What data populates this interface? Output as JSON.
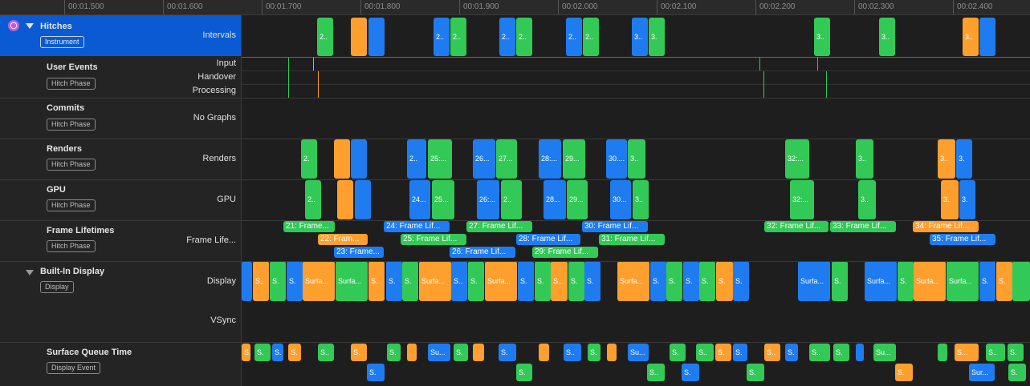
{
  "ruler": {
    "ticks": [
      "00:01.500",
      "00:01.600",
      "00:01.700",
      "00:01.800",
      "00:01.900",
      "00:02.000",
      "00:02.100",
      "00:02.200",
      "00:02.300",
      "00:02.400"
    ]
  },
  "colors": {
    "blue": "#1e7cf0",
    "green": "#32c957",
    "orange": "#ff9f2e",
    "selection": "#0a5bd3",
    "instrument_icon": "#c85bd8"
  },
  "hitches": {
    "title": "Hitches",
    "badge": "Instrument",
    "row_label": "Intervals",
    "icon": "instrument-icon"
  },
  "user_events": {
    "title": "User Events",
    "badge": "Hitch Phase",
    "labels": [
      "Input",
      "Handover",
      "Processing"
    ]
  },
  "commits": {
    "title": "Commits",
    "badge": "Hitch Phase",
    "row_label": "No Graphs"
  },
  "renders": {
    "title": "Renders",
    "badge": "Hitch Phase",
    "row_label": "Renders"
  },
  "gpu": {
    "title": "GPU",
    "badge": "Hitch Phase",
    "row_label": "GPU"
  },
  "frame_lifetimes": {
    "title": "Frame Lifetimes",
    "badge": "Hitch Phase",
    "row_label": "Frame Life..."
  },
  "built_in_display": {
    "title": "Built-In Display",
    "badge": "Display",
    "labels": [
      "Display",
      "VSync"
    ]
  },
  "surface_queue": {
    "title": "Surface Queue Time",
    "badge": "Display Event"
  },
  "blocks": {
    "hitches": [
      {
        "c": "green",
        "t": "2.."
      },
      {
        "c": "orange",
        "t": ""
      },
      {
        "c": "blue",
        "t": ""
      },
      {
        "c": "blue",
        "t": "2.."
      },
      {
        "c": "green",
        "t": "2.."
      },
      {
        "c": "blue",
        "t": "2.."
      },
      {
        "c": "green",
        "t": "2.."
      },
      {
        "c": "blue",
        "t": "2.."
      },
      {
        "c": "green",
        "t": "2.."
      },
      {
        "c": "blue",
        "t": "3.."
      },
      {
        "c": "green",
        "t": "3."
      },
      {
        "c": "green",
        "t": "3.."
      },
      {
        "c": "green",
        "t": "3.."
      },
      {
        "c": "orange",
        "t": "3.."
      },
      {
        "c": "blue",
        "t": ""
      }
    ],
    "renders": [
      {
        "c": "green",
        "t": "2."
      },
      {
        "c": "orange",
        "t": ""
      },
      {
        "c": "blue",
        "t": ""
      },
      {
        "c": "blue",
        "t": "2.."
      },
      {
        "c": "green",
        "t": "25:..."
      },
      {
        "c": "blue",
        "t": "26..."
      },
      {
        "c": "green",
        "t": "27..."
      },
      {
        "c": "blue",
        "t": "28:..."
      },
      {
        "c": "green",
        "t": "29..."
      },
      {
        "c": "blue",
        "t": "30...."
      },
      {
        "c": "green",
        "t": "3.."
      },
      {
        "c": "green",
        "t": "32:..."
      },
      {
        "c": "green",
        "t": "3.."
      },
      {
        "c": "orange",
        "t": "3.."
      },
      {
        "c": "blue",
        "t": "3."
      }
    ],
    "gpu": [
      {
        "c": "green",
        "t": "2.."
      },
      {
        "c": "orange",
        "t": ""
      },
      {
        "c": "blue",
        "t": ""
      },
      {
        "c": "blue",
        "t": "24..."
      },
      {
        "c": "green",
        "t": "25..."
      },
      {
        "c": "blue",
        "t": "26:..."
      },
      {
        "c": "green",
        "t": "2.."
      },
      {
        "c": "blue",
        "t": "28..."
      },
      {
        "c": "green",
        "t": "29..."
      },
      {
        "c": "blue",
        "t": "30..."
      },
      {
        "c": "green",
        "t": "3.."
      },
      {
        "c": "green",
        "t": "32:..."
      },
      {
        "c": "green",
        "t": "3.."
      },
      {
        "c": "orange",
        "t": "3.."
      },
      {
        "c": "blue",
        "t": "3."
      }
    ],
    "frame_lifetimes": [
      {
        "c": "green",
        "t": "21: Frame..."
      },
      {
        "c": "orange",
        "t": "22: Fram..."
      },
      {
        "c": "blue",
        "t": "23: Frame..."
      },
      {
        "c": "blue",
        "t": "24: Frame Lif..."
      },
      {
        "c": "green",
        "t": "25: Frame Lif..."
      },
      {
        "c": "green",
        "t": "27: Frame Lif..."
      },
      {
        "c": "blue",
        "t": "26: Frame Lif..."
      },
      {
        "c": "blue",
        "t": "28: Frame Lif..."
      },
      {
        "c": "green",
        "t": "29: Frame Lif..."
      },
      {
        "c": "blue",
        "t": "30: Frame Lif..."
      },
      {
        "c": "green",
        "t": "31: Frame Lif..."
      },
      {
        "c": "green",
        "t": "32: Frame Lif..."
      },
      {
        "c": "green",
        "t": "33: Frame Lif..."
      },
      {
        "c": "orange",
        "t": "34: Frame Lif..."
      },
      {
        "c": "blue",
        "t": "35: Frame Lif..."
      }
    ],
    "display": [
      {
        "c": "blue",
        "t": ""
      },
      {
        "c": "orange",
        "t": "S.."
      },
      {
        "c": "green",
        "t": "S."
      },
      {
        "c": "blue",
        "t": "S."
      },
      {
        "c": "orange",
        "t": "Surfa..."
      },
      {
        "c": "green",
        "t": "Surfa..."
      },
      {
        "c": "orange",
        "t": "S."
      },
      {
        "c": "blue",
        "t": "S."
      },
      {
        "c": "green",
        "t": "S."
      },
      {
        "c": "orange",
        "t": "Surfa..."
      },
      {
        "c": "blue",
        "t": "S.."
      },
      {
        "c": "green",
        "t": "S."
      },
      {
        "c": "orange",
        "t": "Surfa..."
      },
      {
        "c": "blue",
        "t": "S."
      },
      {
        "c": "green",
        "t": "S."
      },
      {
        "c": "orange",
        "t": "S..."
      },
      {
        "c": "green",
        "t": "S."
      },
      {
        "c": "blue",
        "t": "S."
      },
      {
        "c": "orange",
        "t": "Surfa..."
      },
      {
        "c": "blue",
        "t": "S."
      },
      {
        "c": "green",
        "t": "S."
      },
      {
        "c": "blue",
        "t": "S."
      },
      {
        "c": "green",
        "t": "S."
      },
      {
        "c": "orange",
        "t": "S."
      },
      {
        "c": "blue",
        "t": "S."
      },
      {
        "c": "blue",
        "t": "Surfa..."
      },
      {
        "c": "green",
        "t": "S."
      },
      {
        "c": "blue",
        "t": "Surfa..."
      },
      {
        "c": "green",
        "t": "S."
      },
      {
        "c": "orange",
        "t": "Surfa..."
      },
      {
        "c": "green",
        "t": "Surfa..."
      },
      {
        "c": "blue",
        "t": "S."
      },
      {
        "c": "orange",
        "t": "S."
      },
      {
        "c": "green",
        "t": ""
      }
    ],
    "sq_top": [
      {
        "c": "orange",
        "t": "S."
      },
      {
        "c": "green",
        "t": "S."
      },
      {
        "c": "blue",
        "t": "S."
      },
      {
        "c": "orange",
        "t": "S."
      },
      {
        "c": "green",
        "t": "S.."
      },
      {
        "c": "orange",
        "t": "S."
      },
      {
        "c": "green",
        "t": "S."
      },
      {
        "c": "orange",
        "t": ""
      },
      {
        "c": "blue",
        "t": "Su..."
      },
      {
        "c": "green",
        "t": "S."
      },
      {
        "c": "orange",
        "t": ""
      },
      {
        "c": "blue",
        "t": "S."
      },
      {
        "c": "orange",
        "t": ""
      },
      {
        "c": "blue",
        "t": "S.."
      },
      {
        "c": "green",
        "t": "S."
      },
      {
        "c": "orange",
        "t": ""
      },
      {
        "c": "blue",
        "t": "Su..."
      },
      {
        "c": "green",
        "t": "S."
      },
      {
        "c": "green",
        "t": "S.."
      },
      {
        "c": "orange",
        "t": "S."
      },
      {
        "c": "blue",
        "t": "S."
      },
      {
        "c": "orange",
        "t": "S.."
      },
      {
        "c": "blue",
        "t": "S."
      },
      {
        "c": "green",
        "t": "S.."
      },
      {
        "c": "green",
        "t": "S."
      },
      {
        "c": "blue",
        "t": ""
      },
      {
        "c": "green",
        "t": "Su..."
      },
      {
        "c": "green",
        "t": ""
      },
      {
        "c": "orange",
        "t": "S..."
      },
      {
        "c": "green",
        "t": "S.."
      },
      {
        "c": "green",
        "t": "S."
      }
    ],
    "sq_bottom": [
      {
        "c": "blue",
        "t": "S."
      },
      {
        "c": "green",
        "t": "S."
      },
      {
        "c": "green",
        "t": "S.."
      },
      {
        "c": "blue",
        "t": "S."
      },
      {
        "c": "green",
        "t": "S."
      },
      {
        "c": "orange",
        "t": "S."
      },
      {
        "c": "blue",
        "t": "Sur..."
      },
      {
        "c": "green",
        "t": "S."
      }
    ]
  }
}
